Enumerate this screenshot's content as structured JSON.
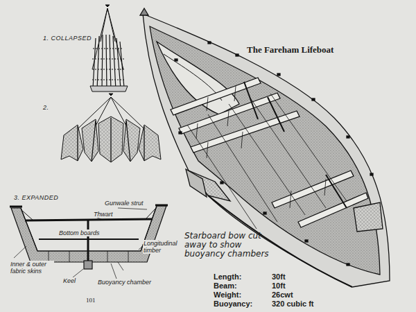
{
  "diagram": {
    "title": "The Fareham Lifeboat",
    "labels": [
      "1. COLLAPSED",
      "2.",
      "3. EXPANDED",
      "Gunwale strut",
      "Thwart",
      "Bottom boards",
      "Inner & outer fabric skins",
      "Longitudinal timber",
      "Keel",
      "Buoyancy chamber",
      "Starboard bow cut away to show buoyancy chambers",
      "Length:",
      "30ft",
      "Beam:",
      "10ft",
      "Weight:",
      "26cwt",
      "Buoyancy:",
      "320 cubic ft",
      "101"
    ]
  }
}
